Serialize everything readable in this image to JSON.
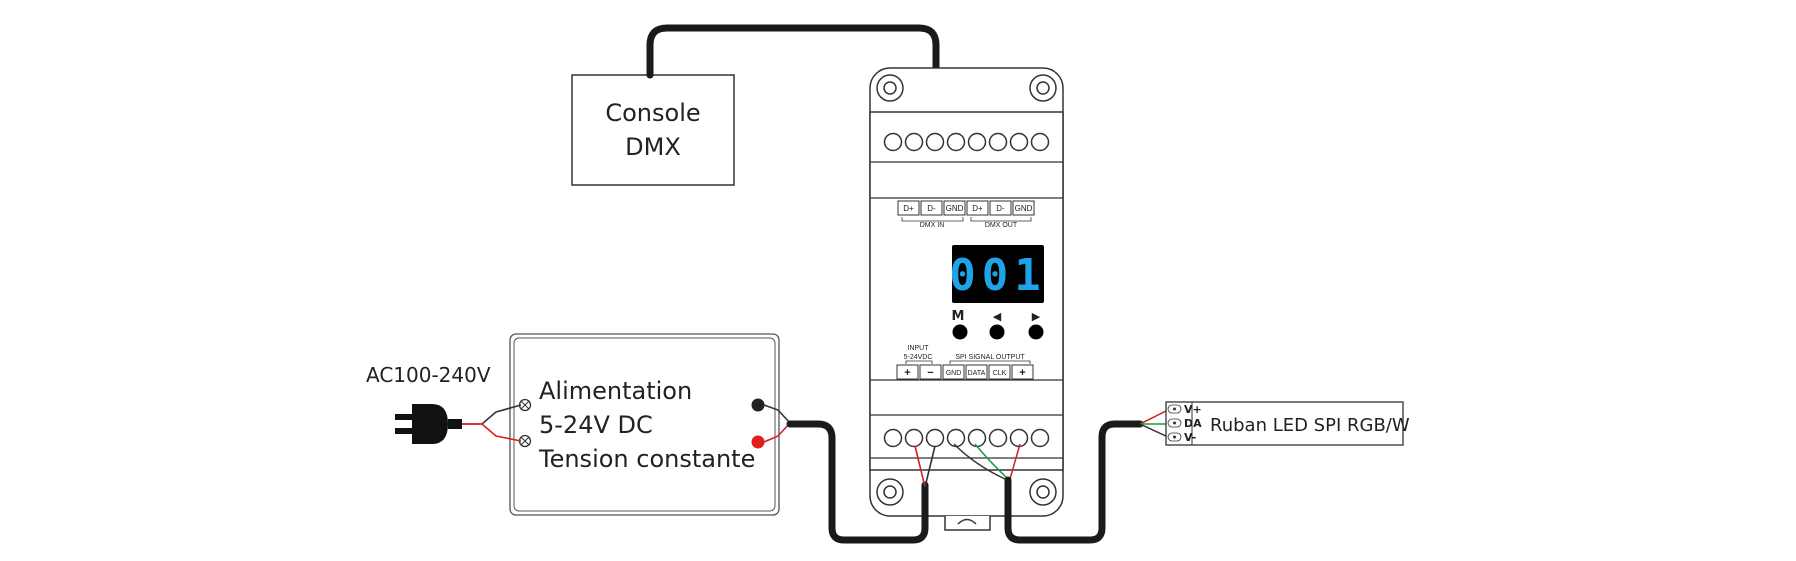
{
  "console": {
    "line1": "Console",
    "line2": "DMX"
  },
  "power_supply": {
    "line1": "Alimentation",
    "line2": "5-24V DC",
    "line3": "Tension constante"
  },
  "ac_input": {
    "label": "AC100-240V"
  },
  "decoder": {
    "dmx_in_terminals": [
      "D+",
      "D-",
      "GND"
    ],
    "dmx_out_terminals": [
      "D+",
      "D-",
      "GND"
    ],
    "dmx_in_label": "DMX IN",
    "dmx_out_label": "DMX OUT",
    "display": "001",
    "buttons": {
      "m": "M",
      "left": "◀",
      "right": "▶"
    },
    "input_label_line1": "INPUT",
    "input_label_line2": "5-24VDC",
    "input_terminals": [
      "+",
      "−"
    ],
    "spi_label": "SPI SIGNAL OUTPUT",
    "spi_terminals": [
      "GND",
      "DATA",
      "CLK",
      "+"
    ]
  },
  "led_strip": {
    "label": "Ruban LED SPI RGB/W",
    "pins": [
      "V+",
      "DA",
      "V-"
    ]
  },
  "colors": {
    "cable": "#1a1a1a",
    "wire_red": "#d62020",
    "wire_green": "#1f9a3c",
    "wire_blue": "#2fa4d6",
    "display_bg": "#000000",
    "display_digit": "#1fa3e6"
  }
}
